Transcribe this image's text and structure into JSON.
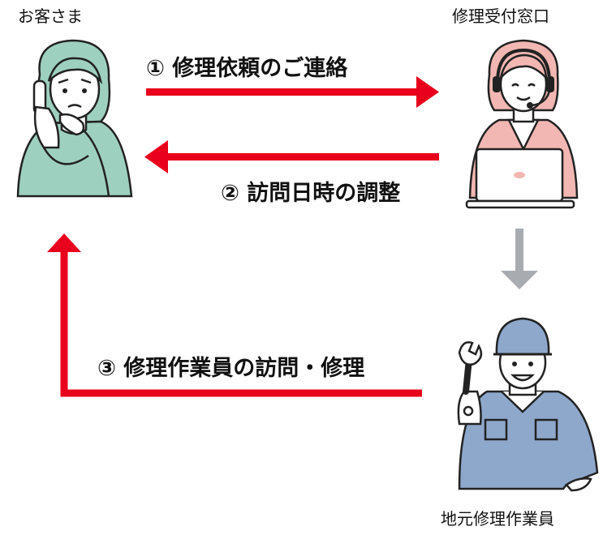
{
  "actors": {
    "customer": "お客さま",
    "call_center": "修理受付窓口",
    "technician": "地元修理作業員"
  },
  "steps": [
    {
      "number": "①",
      "text": "修理依頼のご連絡"
    },
    {
      "number": "②",
      "text": "訪問日時の調整"
    },
    {
      "number": "③",
      "text": "修理作業員の訪問・修理"
    }
  ],
  "colors": {
    "arrow_red": "#e8001c",
    "arrow_gray": "#a8abb0",
    "customer_top": "#9ed0c0",
    "operator_jacket": "#f2b7b2",
    "technician_uniform": "#8ea8cc"
  },
  "icons": {
    "customer": "worried-woman-on-phone-icon",
    "call_center": "operator-with-headset-laptop-icon",
    "technician": "technician-with-wrench-icon"
  }
}
